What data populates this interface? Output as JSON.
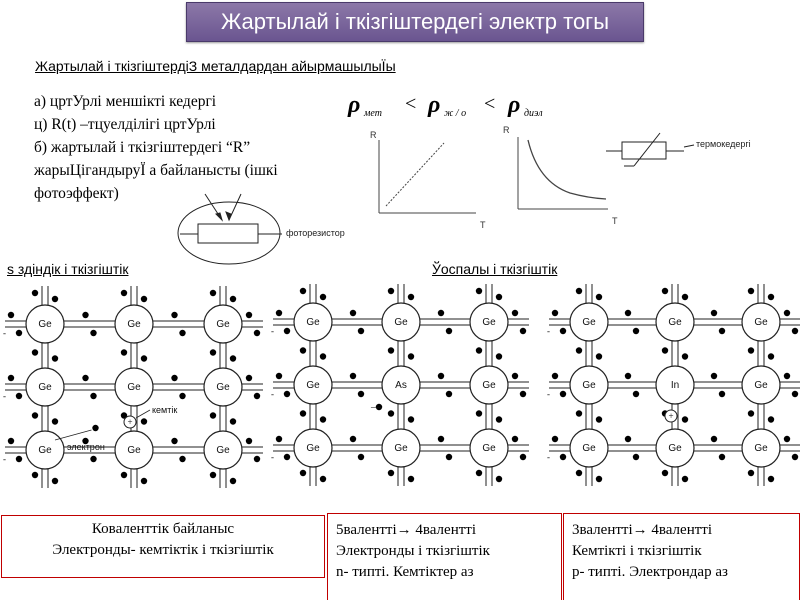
{
  "title": "Жартылай і ткізгіштердегі электр тогы",
  "subtitle": "Жартылай і ткізгіштердіЗ металдардан айырмашылыЇы",
  "bullets": [
    "а) цртУрлі меншікті кедергі",
    "ц) R(t) –тцуелділігі цртУрлі",
    "б) жартылай і ткізгіштердегі “R”",
    "жарыЦігандыруЇ а байланысты (ішкі",
    "фотоэффект)"
  ],
  "formula": {
    "rho": "ρ",
    "sub1": "мет",
    "sub2": "ж / о",
    "sub3": "диэл",
    "lt": "<"
  },
  "graph1": {
    "ylabel": "R",
    "xlabel": "T"
  },
  "graph2": {
    "ylabel": "R",
    "xlabel": "T"
  },
  "thermistor_label": "термокедергі",
  "photoresistor_label": "фоторезистор",
  "sections": {
    "intrinsic": "s здіндік і ткізгіштік",
    "impurity": "Ўоспалы і ткізгіштік"
  },
  "lattice_labels": {
    "hole": "кемтік",
    "electron": "электрон",
    "plus": "+"
  },
  "lattice1_atoms": [
    "Ge",
    "Ge",
    "Ge",
    "Ge",
    "Ge",
    "Ge",
    "Ge",
    "Ge",
    "Ge"
  ],
  "lattice2_atoms": [
    "Ge",
    "Ge",
    "Ge",
    "Ge",
    "As",
    "Ge",
    "Ge",
    "Ge",
    "Ge"
  ],
  "lattice3_atoms": [
    "Ge",
    "Ge",
    "Ge",
    "Ge",
    "In",
    "Ge",
    "Ge",
    "Ge",
    "Ge"
  ],
  "box1": {
    "line1": "Коваленттік байланыс",
    "line2": "Электронды- кемтіктік і ткізгіштік"
  },
  "box2": {
    "line1": "5валентті→ 4валентті",
    "line2": "Электронды і ткізгіштік",
    "line3": "n- типті.  Кемтіктер аз"
  },
  "box3": {
    "line1": "3валентті→ 4валентті",
    "line2": "Кемтікті і ткізгіштік",
    "line3": "p- типті.  Электрондар аз"
  },
  "colors": {
    "title_bg": "#7b68a0",
    "box_border": "#c00000"
  }
}
